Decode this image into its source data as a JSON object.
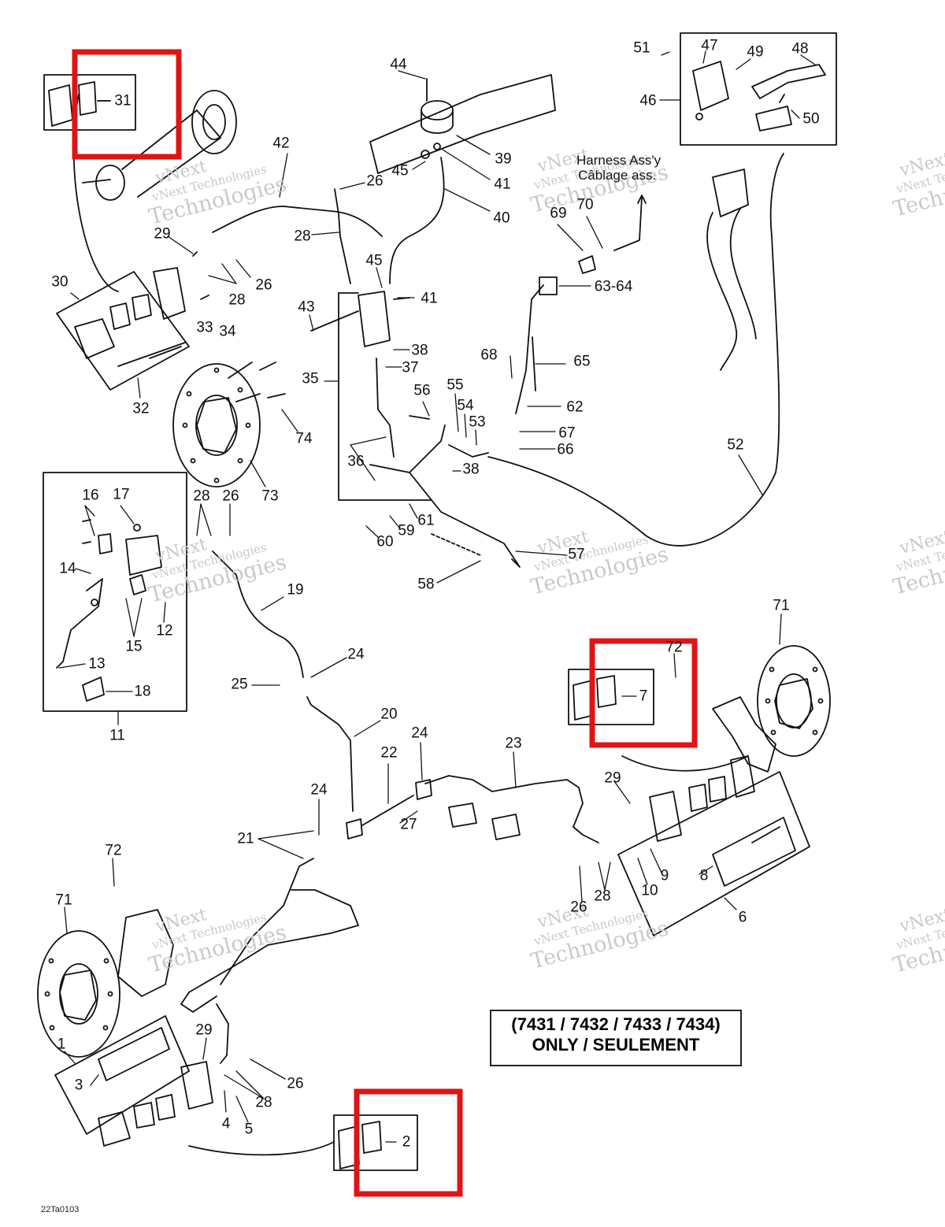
{
  "callouts": {
    "n1": "1",
    "n2": "2",
    "n3": "3",
    "n4": "4",
    "n5": "5",
    "n6": "6",
    "n7": "7",
    "n8": "8",
    "n9": "9",
    "n10": "10",
    "n11": "11",
    "n12": "12",
    "n13": "13",
    "n14": "14",
    "n15": "15",
    "n16": "16",
    "n17": "17",
    "n18": "18",
    "n19": "19",
    "n20": "20",
    "n21": "21",
    "n22": "22",
    "n23": "23",
    "n24": "24",
    "n25": "25",
    "n26": "26",
    "n27": "27",
    "n28": "28",
    "n29": "29",
    "n30": "30",
    "n31": "31",
    "n32": "32",
    "n33": "33",
    "n34": "34",
    "n35": "35",
    "n36": "36",
    "n37": "37",
    "n38": "38",
    "n39": "39",
    "n40": "40",
    "n41": "41",
    "n42": "42",
    "n43": "43",
    "n44": "44",
    "n45": "45",
    "n46": "46",
    "n47": "47",
    "n48": "48",
    "n49": "49",
    "n50": "50",
    "n51": "51",
    "n52": "52",
    "n53": "53",
    "n54": "54",
    "n55": "55",
    "n56": "56",
    "n57": "57",
    "n58": "58",
    "n59": "59",
    "n60": "60",
    "n61": "61",
    "n62": "62",
    "n65": "65",
    "n66": "66",
    "n67": "67",
    "n68": "68",
    "n69": "69",
    "n70": "70",
    "n71": "71",
    "n72": "72",
    "n7374": "73",
    "n74": "74",
    "n6364": "63-64"
  },
  "harness_note": {
    "line1": "Harness Ass'y",
    "line2": "Câblage ass."
  },
  "model_note": {
    "line1": "(7431 / 7432 / 7433 / 7434)",
    "line2": "ONLY / SEULEMENT"
  },
  "drawing_ref": "22Ta0103",
  "watermark": {
    "line1": "vNext",
    "line2": "vNext Technologies",
    "line3": "Technologies"
  },
  "colors": {
    "highlight": "#e01414",
    "line": "#111111",
    "watermark": "#c9c9c9"
  }
}
